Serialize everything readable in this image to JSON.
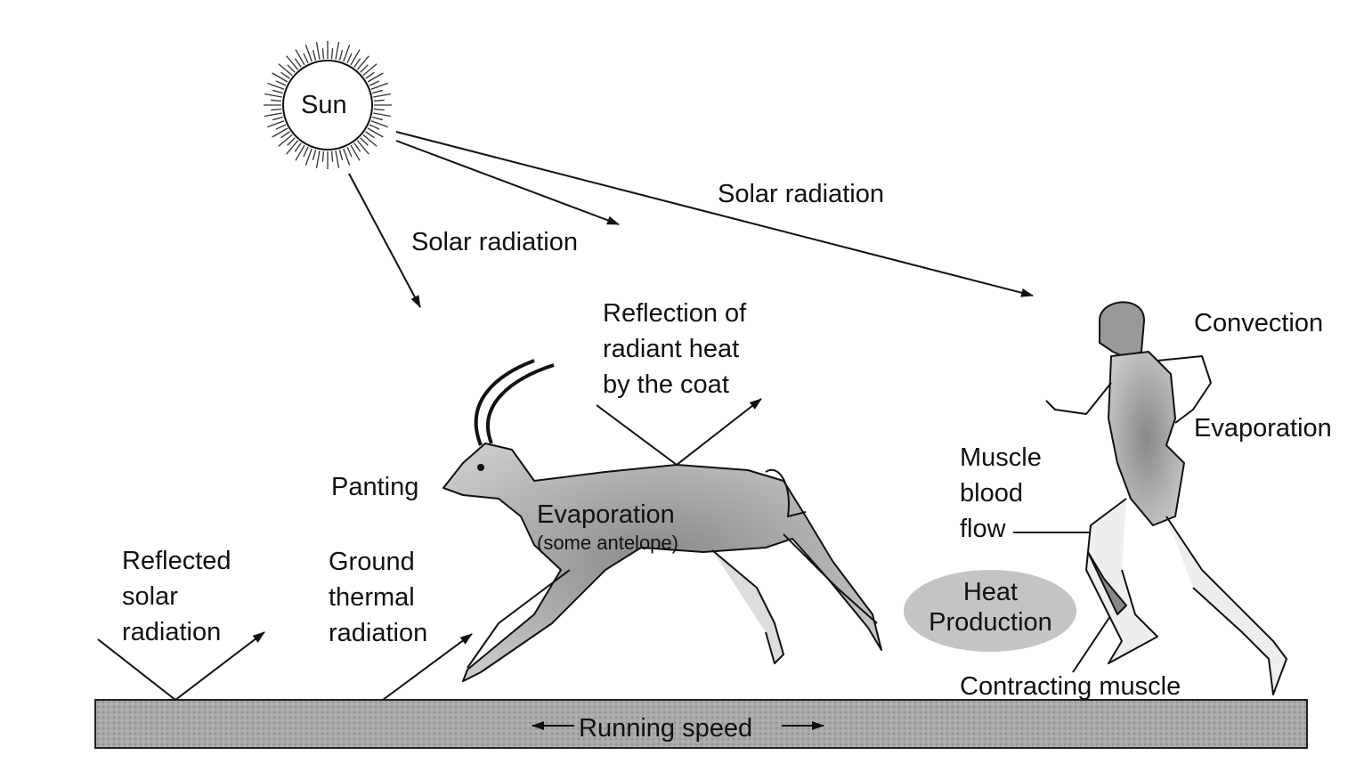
{
  "labels": {
    "sun": "Sun",
    "solar_radiation_1": "Solar radiation",
    "solar_radiation_2": "Solar radiation",
    "reflection_coat": [
      "Reflection of",
      "radiant heat",
      "by the coat"
    ],
    "convection": "Convection",
    "evaporation_runner": "Evaporation",
    "panting": "Panting",
    "evaporation_antelope": "Evaporation",
    "evaporation_antelope_note": "(some antelope)",
    "muscle_blood_flow": [
      "Muscle",
      "blood",
      "flow"
    ],
    "heat_production": [
      "Heat",
      "Production"
    ],
    "reflected_solar": [
      "Reflected",
      "solar",
      "radiation"
    ],
    "ground_thermal": [
      "Ground",
      "thermal",
      "radiation"
    ],
    "contracting_muscle": "Contracting muscle",
    "running_speed": "Running speed"
  },
  "colors": {
    "ground": "#a9a9a9",
    "body_shade": "#9a9a9a",
    "heat_ellipse": "#c4c4c4",
    "ink": "#111111"
  }
}
